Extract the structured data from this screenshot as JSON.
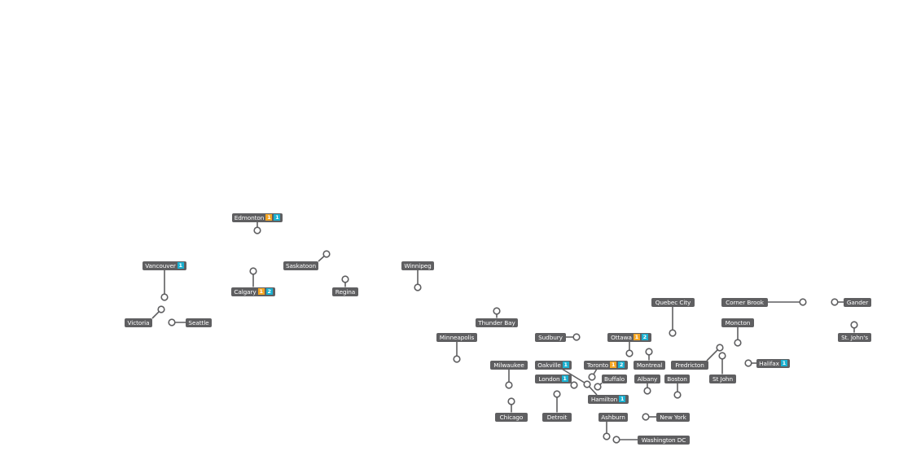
{
  "colors": {
    "label_bg": "#5f5f61",
    "line": "#5f5f61",
    "orange": "#f5a623",
    "blue": "#1ab0d0"
  },
  "cities": [
    {
      "name": "Edmonton",
      "badges": [
        {
          "color": "orange",
          "value": "1"
        },
        {
          "color": "blue",
          "value": "1"
        }
      ]
    },
    {
      "name": "Vancouver",
      "badges": [
        {
          "color": "blue",
          "value": "1"
        }
      ]
    },
    {
      "name": "Victoria",
      "badges": []
    },
    {
      "name": "Seattle",
      "badges": []
    },
    {
      "name": "Calgary",
      "badges": [
        {
          "color": "orange",
          "value": "1"
        },
        {
          "color": "blue",
          "value": "2"
        }
      ]
    },
    {
      "name": "Saskatoon",
      "badges": []
    },
    {
      "name": "Regina",
      "badges": []
    },
    {
      "name": "Winnipeg",
      "badges": []
    },
    {
      "name": "Thunder Bay",
      "badges": []
    },
    {
      "name": "Minneapolis",
      "badges": []
    },
    {
      "name": "Sudbury",
      "badges": []
    },
    {
      "name": "Ottawa",
      "badges": [
        {
          "color": "orange",
          "value": "1"
        },
        {
          "color": "blue",
          "value": "2"
        }
      ]
    },
    {
      "name": "Quebec City",
      "badges": []
    },
    {
      "name": "Corner Brook",
      "badges": []
    },
    {
      "name": "Gander",
      "badges": []
    },
    {
      "name": "St. John's",
      "badges": []
    },
    {
      "name": "Moncton",
      "badges": []
    },
    {
      "name": "Fredricton",
      "badges": []
    },
    {
      "name": "St John",
      "badges": []
    },
    {
      "name": "Halifax",
      "badges": [
        {
          "color": "blue",
          "value": "1"
        }
      ]
    },
    {
      "name": "Milwaukee",
      "badges": []
    },
    {
      "name": "Chicago",
      "badges": []
    },
    {
      "name": "Oakville",
      "badges": [
        {
          "color": "blue",
          "value": "1"
        }
      ]
    },
    {
      "name": "London",
      "badges": [
        {
          "color": "blue",
          "value": "1"
        }
      ]
    },
    {
      "name": "Toronto",
      "badges": [
        {
          "color": "orange",
          "value": "1"
        },
        {
          "color": "blue",
          "value": "2"
        }
      ]
    },
    {
      "name": "Buffalo",
      "badges": []
    },
    {
      "name": "Hamilton",
      "badges": [
        {
          "color": "blue",
          "value": "1"
        }
      ]
    },
    {
      "name": "Montreal",
      "badges": []
    },
    {
      "name": "Albany",
      "badges": []
    },
    {
      "name": "Boston",
      "badges": []
    },
    {
      "name": "Detroit",
      "badges": []
    },
    {
      "name": "Ashburn",
      "badges": []
    },
    {
      "name": "New York",
      "badges": []
    },
    {
      "name": "Washington DC",
      "badges": []
    }
  ]
}
